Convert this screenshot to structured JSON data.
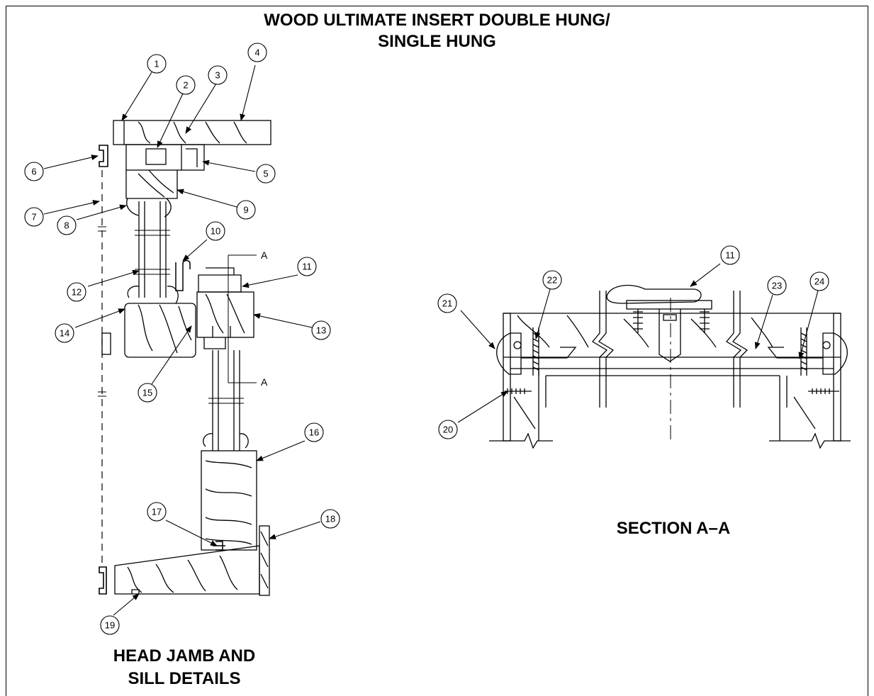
{
  "title": {
    "line1": "WOOD ULTIMATE INSERT DOUBLE HUNG/",
    "line2": "SINGLE HUNG"
  },
  "captions": {
    "head_jamb": {
      "line1": "HEAD JAMB AND",
      "line2": "SILL DETAILS"
    },
    "section": "SECTION A–A"
  },
  "section_marker": "A",
  "callouts": [
    "1",
    "2",
    "3",
    "4",
    "5",
    "6",
    "7",
    "8",
    "9",
    "10",
    "11",
    "12",
    "13",
    "14",
    "15",
    "16",
    "17",
    "18",
    "19",
    "20",
    "11",
    "21",
    "22",
    "23",
    "24"
  ]
}
